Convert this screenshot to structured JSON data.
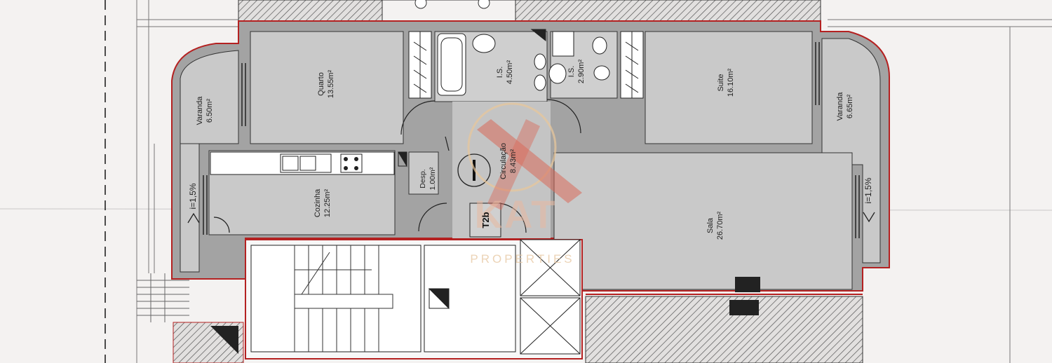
{
  "rooms": {
    "quarto": {
      "name": "Quarto",
      "area": "13.55m²"
    },
    "varanda_l": {
      "name": "Varanda",
      "area": "6.50m²"
    },
    "is_1": {
      "name": "I.S.",
      "area": "4.50m²"
    },
    "is_2": {
      "name": "I.S.",
      "area": "2.90m²"
    },
    "suite": {
      "name": "Suite",
      "area": "16.10m²"
    },
    "varanda_r": {
      "name": "Varanda",
      "area": "6.65m²"
    },
    "circulacao": {
      "name": "Circulação",
      "area": "8.43m²"
    },
    "desp": {
      "name": "Desp.",
      "area": "1.00m²"
    },
    "cozinha": {
      "name": "Cozinha",
      "area": "12.25m²"
    },
    "sala": {
      "name": "Sala",
      "area": "26.70m²"
    }
  },
  "slope_left": "i=1,5%",
  "slope_right": "i=1,5%",
  "unit_tag": "T2b",
  "watermark": {
    "brand": "KAT",
    "tagline": "PROPERTIES"
  },
  "colors": {
    "wall": "#9e9e9e",
    "floor": "#c9c9c9",
    "outline": "#b42121",
    "paper": "#f4f2f1"
  }
}
